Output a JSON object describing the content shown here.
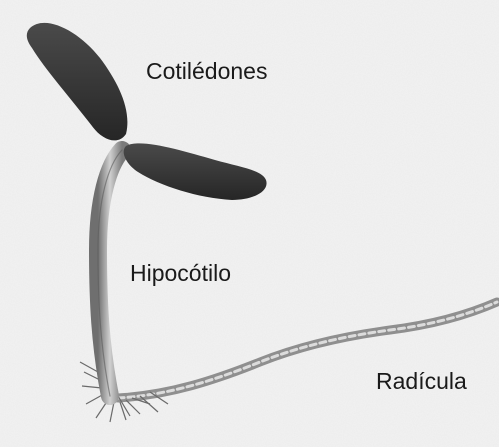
{
  "labels": {
    "cotiledones": "Cotilédones",
    "hipocotilo": "Hipocótilo",
    "radicula": "Radícula"
  },
  "colors": {
    "background": "#f1f1f1",
    "cotyledon": "#3a3a3a",
    "stem": "#9a9a9a",
    "root": "#a8a8a8",
    "text": "#1a1a1a"
  }
}
